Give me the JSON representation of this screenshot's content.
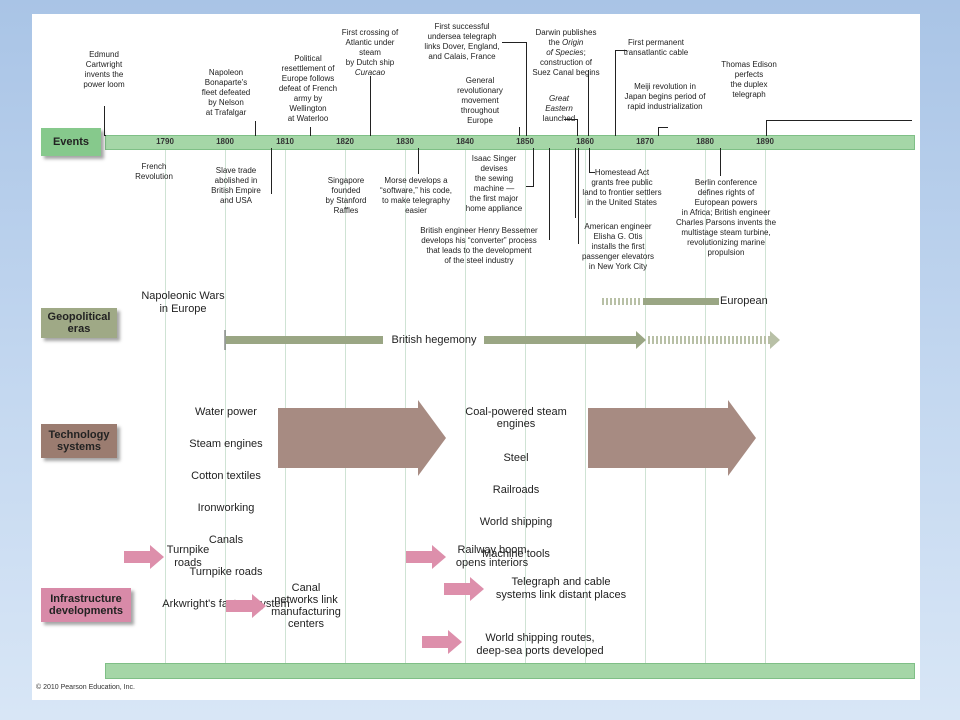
{
  "copyright": "© 2010 Pearson Education, Inc.",
  "timeline": {
    "ticks": [
      "1790",
      "1800",
      "1810",
      "1820",
      "1830",
      "1840",
      "1850",
      "1860",
      "1870",
      "1880",
      "1890"
    ]
  },
  "categories": {
    "events": "Events",
    "geopolitical": "Geopolitical eras",
    "technology": "Technology systems",
    "infrastructure": "Infrastructure developments"
  },
  "events_above": {
    "cartwright": "Edmund\nCartwright\ninvents the\npower loom",
    "napoleon": "Napoleon\nBonaparte's\nfleet defeated\nby Nelson\nat Trafalgar",
    "political": "Political\nresettlement of\nEurope follows\ndefeat of French\narmy by\nWellington\nat Waterloo",
    "atlantic": "First crossing of\nAtlantic under\nsteam\nby Dutch ship",
    "atlantic_ship": "Curacao",
    "undersea": "First successful\nundersea telegraph\nlinks Dover, England,\nand Calais, France",
    "general": "General\nrevolutionary\nmovement\nthroughout\nEurope",
    "darwin_1": "Darwin publishes\nthe",
    "darwin_2": "Origin\nof Species",
    "darwin_3": ";\nconstruction of\nSuez Canal begins",
    "great_eastern_1": "Great\nEastern",
    "great_eastern_2": "launched",
    "cable": "First permanent\ntransatlantic cable",
    "meiji": "Meiji revolution in\nJapan begins period of\nrapid industrialization",
    "edison": "Thomas Edison\nperfects\nthe duplex\ntelegraph"
  },
  "events_below": {
    "french": "French\nRevolution",
    "slave": "Slave trade\nabolished in\nBritish Empire\nand USA",
    "singapore": "Singapore\nfounded\nby Stanford\nRaffles",
    "morse": "Morse develops a\n“software,” his code,\nto make telegraphy\neasier",
    "singer": "Isaac Singer\ndevises\nthe sewing\nmachine —\nthe first major\nhome appliance",
    "bessemer": "British engineer Henry Bessemer\ndevelops his “converter” process\nthat leads to the development\nof the steel industry",
    "homestead": "Homestead Act\ngrants free public\nland to frontier settlers\nin the United States",
    "otis": "American engineer\nElisha G. Otis\ninstalls the first\npassenger elevators\nin New York City",
    "berlin": "Berlin conference\ndefines rights of\nEuropean powers\nin Africa; British engineer\nCharles Parsons invents the\nmultistage steam turbine,\nrevolutionizing marine\npropulsion"
  },
  "geopolitical": {
    "napoleonic": "Napoleonic Wars\nin Europe",
    "british": "British hegemony",
    "european": "European"
  },
  "technology": {
    "first": [
      "Water power",
      "Steam engines",
      "Cotton textiles",
      "Ironworking",
      "Canals",
      "Turnpike roads",
      "Arkwright's factory system"
    ],
    "second": [
      "Coal-powered steam\nengines",
      "Steel",
      "Railroads",
      "World shipping",
      "Machine tools"
    ]
  },
  "infrastructure": {
    "turnpike": "Turnpike\nroads",
    "canal": "Canal\nnetworks link\nmanufacturing\ncenters",
    "railway": "Railway boom\nopens interiors",
    "telegraph": "Telegraph and cable\nsystems link distant places",
    "shipping": "World shipping routes,\ndeep-sea ports developed"
  },
  "colors": {
    "timeline_bar": "#a5d6a7",
    "events_box": "#86c98c",
    "geo_box": "#9fa986",
    "geo_arrow": "#9aa684",
    "tech_box": "#9b7c70",
    "tech_arrow": "#a78b82",
    "infra_box": "#d88aa8",
    "infra_arrow": "#dd8fab"
  }
}
